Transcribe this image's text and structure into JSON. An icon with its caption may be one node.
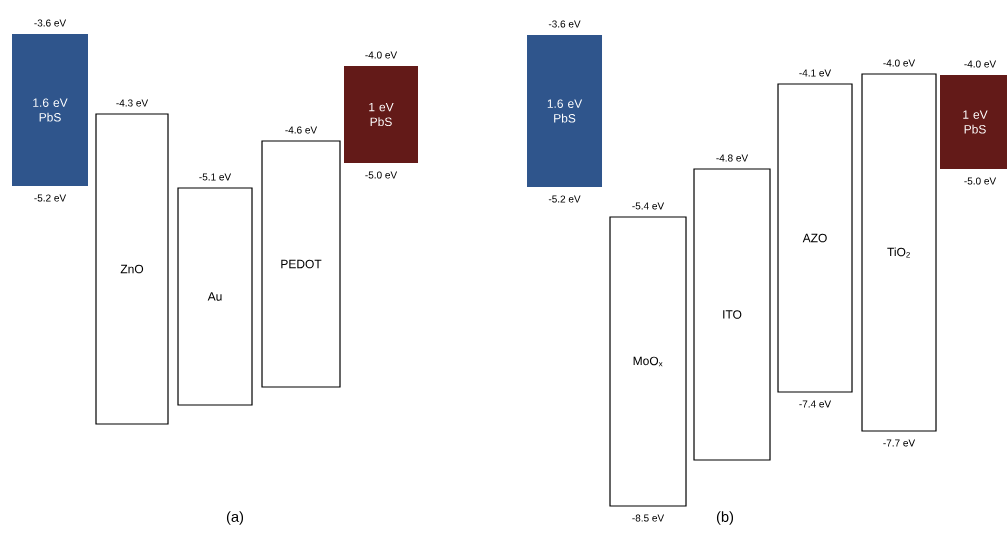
{
  "diagram": {
    "nodes": [
      {
        "text": [
          "1.6 eV PbS"
        ],
        "beside": [
          "-3.6 eV",
          "-5.2 eV"
        ]
      },
      {
        "text": [
          "ZnO"
        ],
        "beside": [
          "-4.3 eV"
        ]
      },
      {
        "text": [
          "Au"
        ],
        "beside": [
          "-5.1 eV"
        ]
      },
      {
        "text": [
          "PEDOT"
        ],
        "beside": [
          "-4.6 eV"
        ]
      },
      {
        "text": [
          "1 eV PbS"
        ],
        "beside": [
          "-4.0 eV",
          "-5.0 eV"
        ]
      },
      {
        "text": [
          "1.6 eV PbS"
        ],
        "beside": [
          "-3.6 eV",
          "-5.2 eV"
        ]
      },
      {
        "text": [
          "MoO$_{x}$"
        ],
        "beside": [
          "-5.4 eV",
          "-8.5 eV"
        ]
      },
      {
        "text": [
          "ITO"
        ],
        "beside": [
          "-4.8 eV"
        ]
      },
      {
        "text": [
          "AZO"
        ],
        "beside": [
          "-4.1 eV",
          "-7.4 eV"
        ]
      },
      {
        "text": [
          "TiO$_{2}$"
        ],
        "beside": [
          "-4.0 eV",
          "-7.7 eV"
        ]
      },
      {
        "text": [
          "1 eV PbS"
        ],
        "beside": [
          "-4.0 eV",
          "-5.0 eV"
        ]
      }
    ],
    "labels": [
      "(a)",
      "(b)"
    ]
  }
}
